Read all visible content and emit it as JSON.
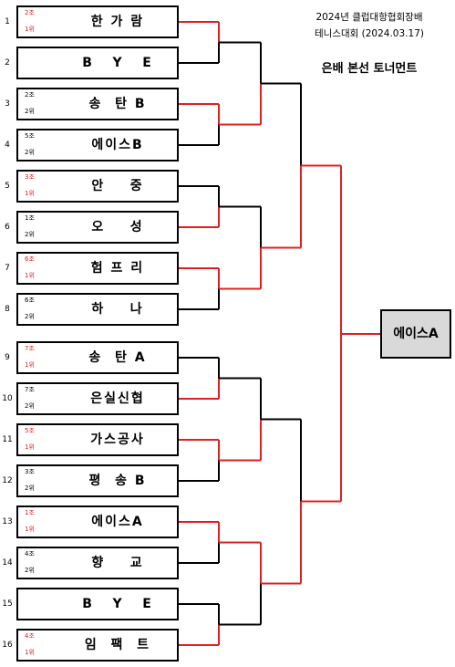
{
  "header": {
    "line1": "2024년 클럽대항협회장배",
    "line2": "테니스대회 (2024.03.17)",
    "subtitle": "은배 본선 토너먼트"
  },
  "teams": [
    {
      "seed": "1",
      "group": "2조",
      "rank": "1위",
      "name": "한 가 람",
      "red": true
    },
    {
      "seed": "2",
      "group": "",
      "rank": "",
      "name": "B   Y   E",
      "red": false
    },
    {
      "seed": "3",
      "group": "2조",
      "rank": "2위",
      "name": "송  탄 B",
      "red": false
    },
    {
      "seed": "4",
      "group": "5조",
      "rank": "2위",
      "name": "에이스B",
      "red": false
    },
    {
      "seed": "5",
      "group": "3조",
      "rank": "1위",
      "name": "안    중",
      "red": true
    },
    {
      "seed": "6",
      "group": "1조",
      "rank": "2위",
      "name": "오    성",
      "red": false
    },
    {
      "seed": "7",
      "group": "6조",
      "rank": "1위",
      "name": "험 프 리",
      "red": true
    },
    {
      "seed": "8",
      "group": "6조",
      "rank": "2위",
      "name": "하    나",
      "red": false
    },
    {
      "seed": "9",
      "group": "7조",
      "rank": "1위",
      "name": "송  탄 A",
      "red": true
    },
    {
      "seed": "10",
      "group": "7조",
      "rank": "2위",
      "name": "은실신협",
      "red": false
    },
    {
      "seed": "11",
      "group": "5조",
      "rank": "1위",
      "name": "가스공사",
      "red": true
    },
    {
      "seed": "12",
      "group": "3조",
      "rank": "2위",
      "name": "평  송 B",
      "red": false
    },
    {
      "seed": "13",
      "group": "1조",
      "rank": "1위",
      "name": "에이스A",
      "red": true
    },
    {
      "seed": "14",
      "group": "4조",
      "rank": "2위",
      "name": "향    교",
      "red": false
    },
    {
      "seed": "15",
      "group": "",
      "rank": "",
      "name": "B   Y   E",
      "red": false
    },
    {
      "seed": "16",
      "group": "4조",
      "rank": "1위",
      "name": "임  팩  트",
      "red": true
    }
  ],
  "winner": "에이스A",
  "colors": {
    "advance": "#e02020",
    "eliminated": "#000000",
    "winner_bg": "#d9d9d9"
  }
}
